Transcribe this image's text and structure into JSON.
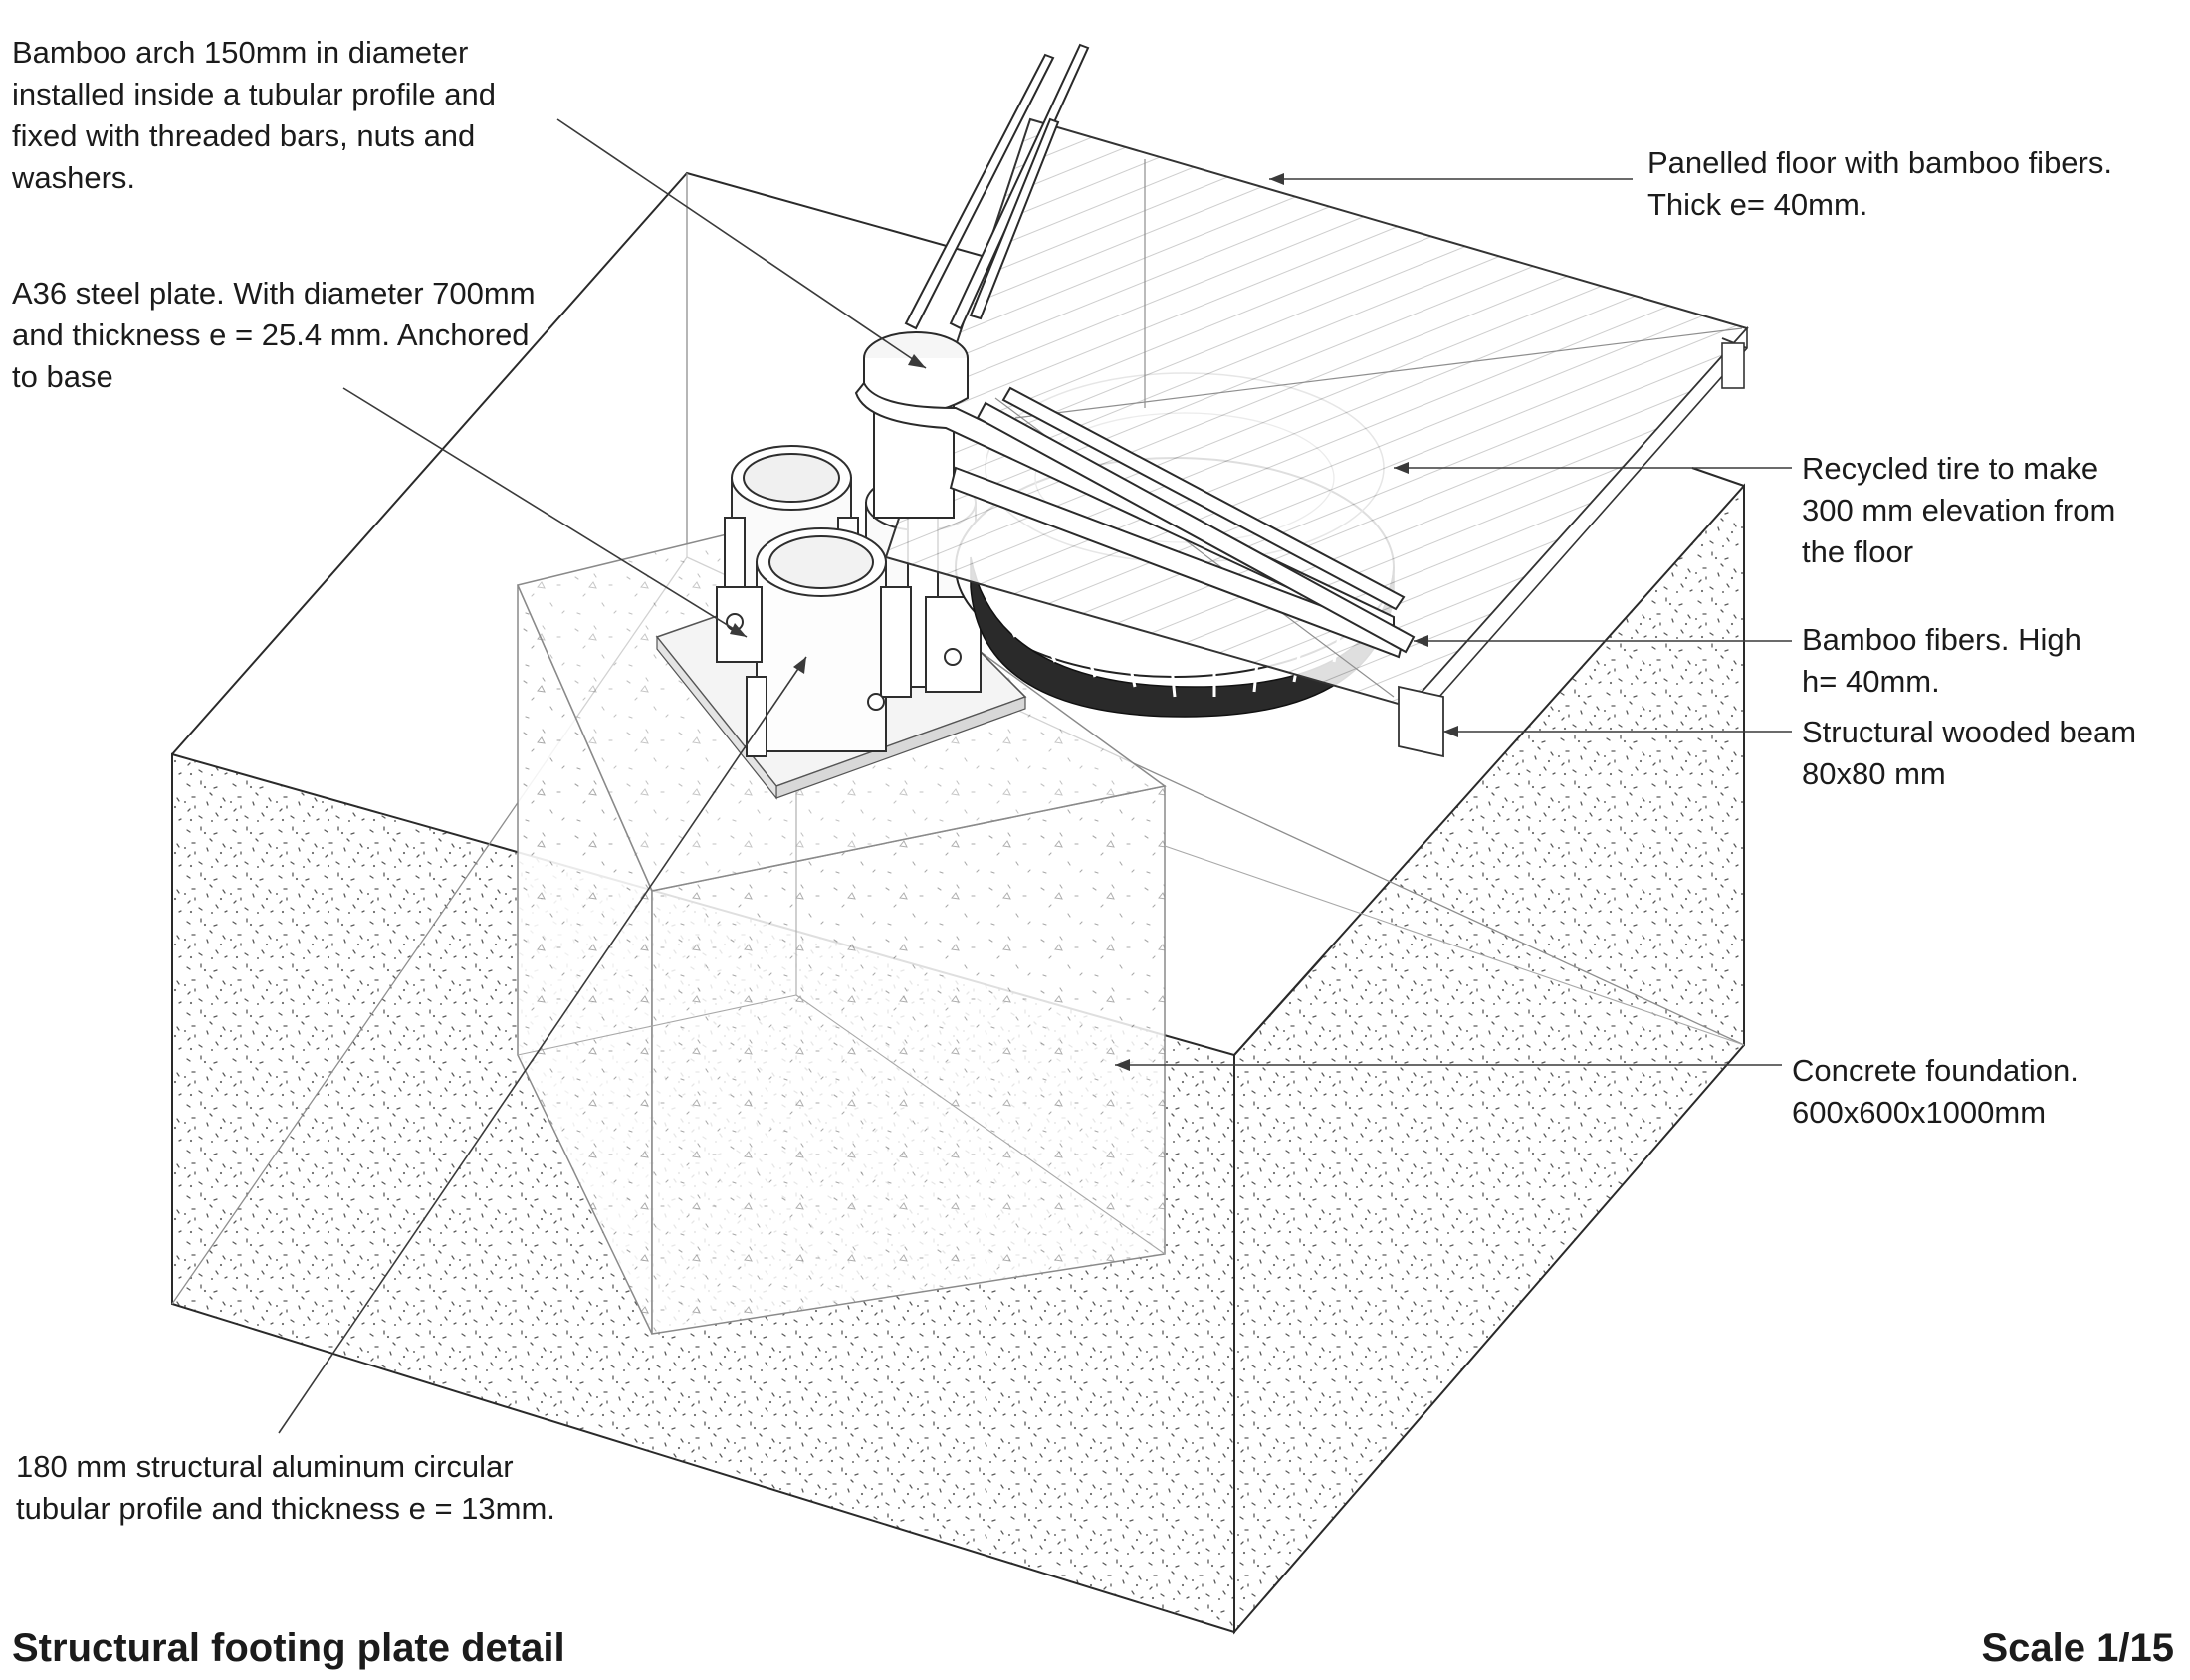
{
  "labels": {
    "bamboo_arch": "Bamboo arch 150mm in diameter\ninstalled inside a tubular profile and\nfixed with threaded bars, nuts and\nwashers.",
    "steel_plate": "A36 steel plate. With diameter 700mm\nand thickness e = 25.4 mm. Anchored\nto base",
    "panelled_floor": "Panelled floor with bamboo fibers.\nThick e= 40mm.",
    "recycled_tire": "Recycled tire to make\n300 mm elevation from\nthe floor",
    "bamboo_fibers": "Bamboo fibers. High\nh= 40mm.",
    "wooden_beam": "Structural wooded beam\n80x80 mm",
    "concrete_foundation": "Concrete foundation.\n600x600x1000mm",
    "aluminum_profile": "180 mm structural aluminum circular\ntubular profile and thickness e = 13mm."
  },
  "footer": {
    "title": "Structural footing plate detail",
    "scale": "Scale 1/15"
  }
}
